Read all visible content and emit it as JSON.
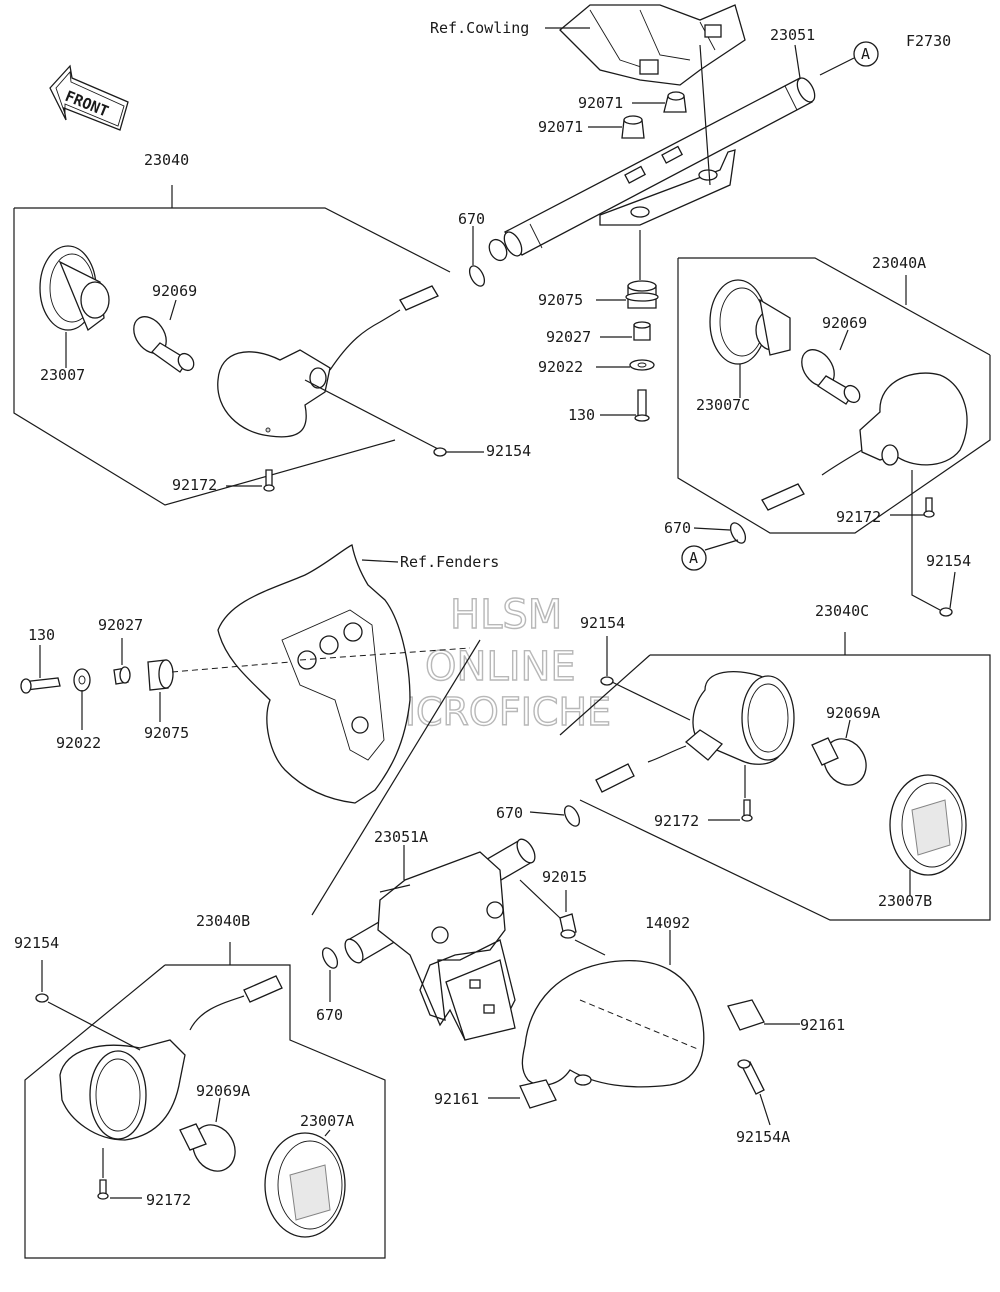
{
  "figure_code": "F2730",
  "front_arrow_label": "FRONT",
  "ref_labels": {
    "cowling": "Ref.Cowling",
    "fenders": "Ref.Fenders"
  },
  "callout_letter": "A",
  "watermark": {
    "line1": "HLSM",
    "line2": "ONLINE",
    "line3": "MICROFICHE"
  },
  "parts": {
    "p23051": "23051",
    "p23040": "23040",
    "p92071a": "92071",
    "p92071b": "92071",
    "p670_top": "670",
    "p92069_left": "92069",
    "p23007": "23007",
    "p92075_top": "92075",
    "p92027_top": "92027",
    "p92022_top": "92022",
    "p130_top": "130",
    "p92154_top": "92154",
    "p92172_top": "92172",
    "p23040A": "23040A",
    "p92069_right": "92069",
    "p23007C": "23007C",
    "p92172_right": "92172",
    "p670_right": "670",
    "p92154_right": "92154",
    "p130_mid": "130",
    "p92027_mid": "92027",
    "p92022_mid": "92022",
    "p92075_mid": "92075",
    "p92154_mid": "92154",
    "p23040C": "23040C",
    "p92069A_right": "92069A",
    "p670_mid": "670",
    "p92172_mid": "92172",
    "p23051A": "23051A",
    "p92015": "92015",
    "p23007B": "23007B",
    "p14092": "14092",
    "p23040B": "23040B",
    "p92154_left": "92154",
    "p670_low": "670",
    "p92161_right": "92161",
    "p92069A_left": "92069A",
    "p23007A": "23007A",
    "p92161_left": "92161",
    "p92154A": "92154A",
    "p92172_low": "92172"
  }
}
